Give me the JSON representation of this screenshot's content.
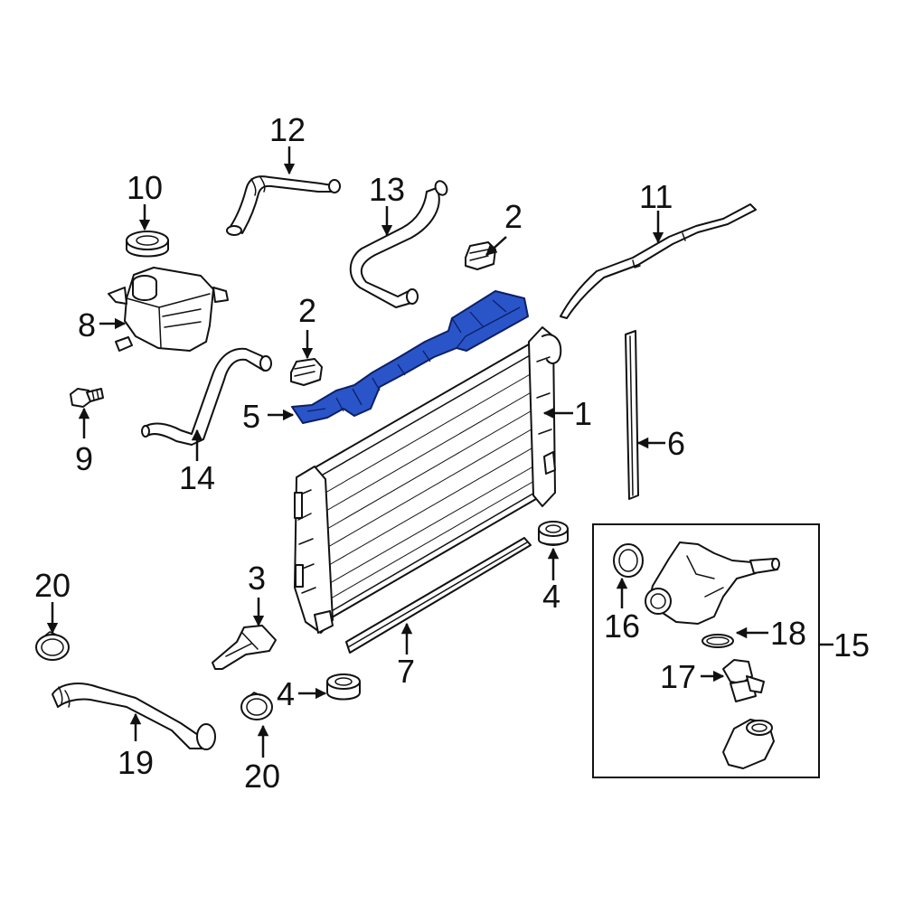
{
  "colors": {
    "highlight": "#2a55c9",
    "highlight_outline": "#0d1f66",
    "line": "#111111",
    "background": "#ffffff"
  },
  "callouts": {
    "n1": "1",
    "n2a": "2",
    "n2b": "2",
    "n3": "3",
    "n4a": "4",
    "n4b": "4",
    "n5": "5",
    "n6": "6",
    "n7": "7",
    "n8": "8",
    "n9": "9",
    "n10": "10",
    "n11": "11",
    "n12": "12",
    "n13": "13",
    "n14": "14",
    "n15": "15",
    "n16": "16",
    "n17": "17",
    "n18": "18",
    "n19": "19",
    "n20a": "20",
    "n20b": "20"
  }
}
